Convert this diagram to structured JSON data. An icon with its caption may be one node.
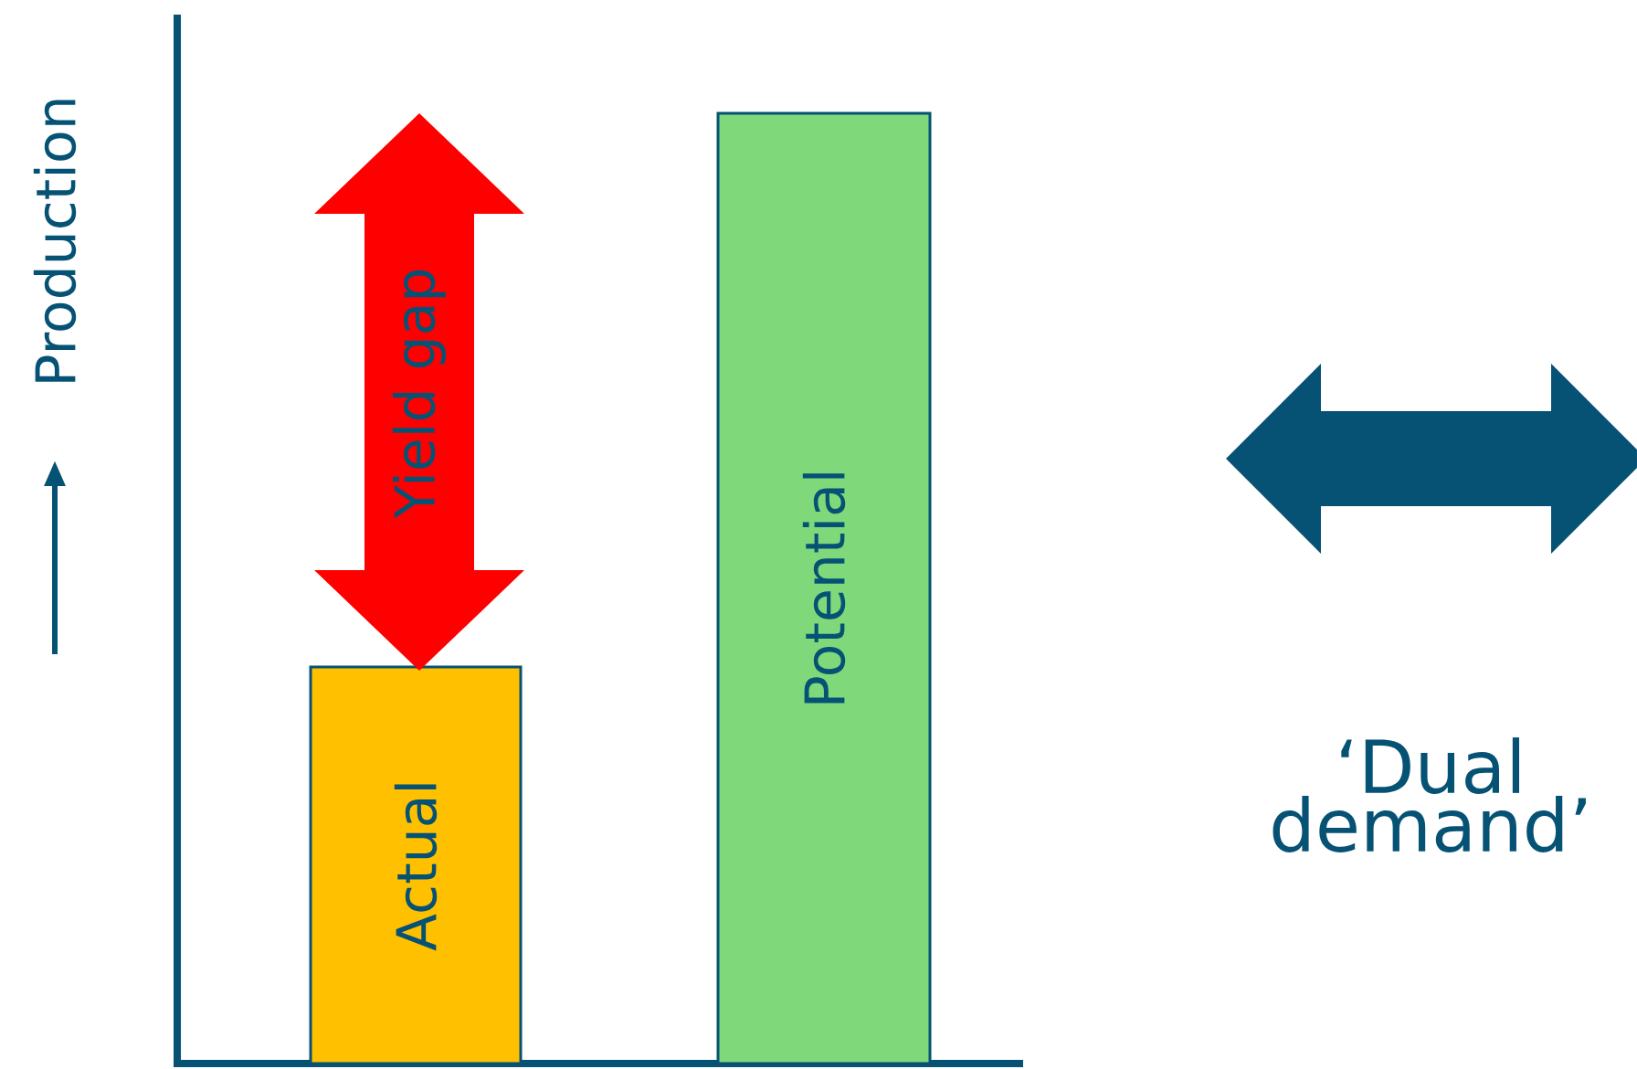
{
  "diagram": {
    "nodes": [
      {
        "text": [
          "Actual"
        ]
      },
      {
        "text": [
          "Potential"
        ]
      },
      {
        "text": [
          "Yield gap"
        ]
      }
    ],
    "labels": [
      "Production",
      "‘Dual demand’"
    ]
  }
}
